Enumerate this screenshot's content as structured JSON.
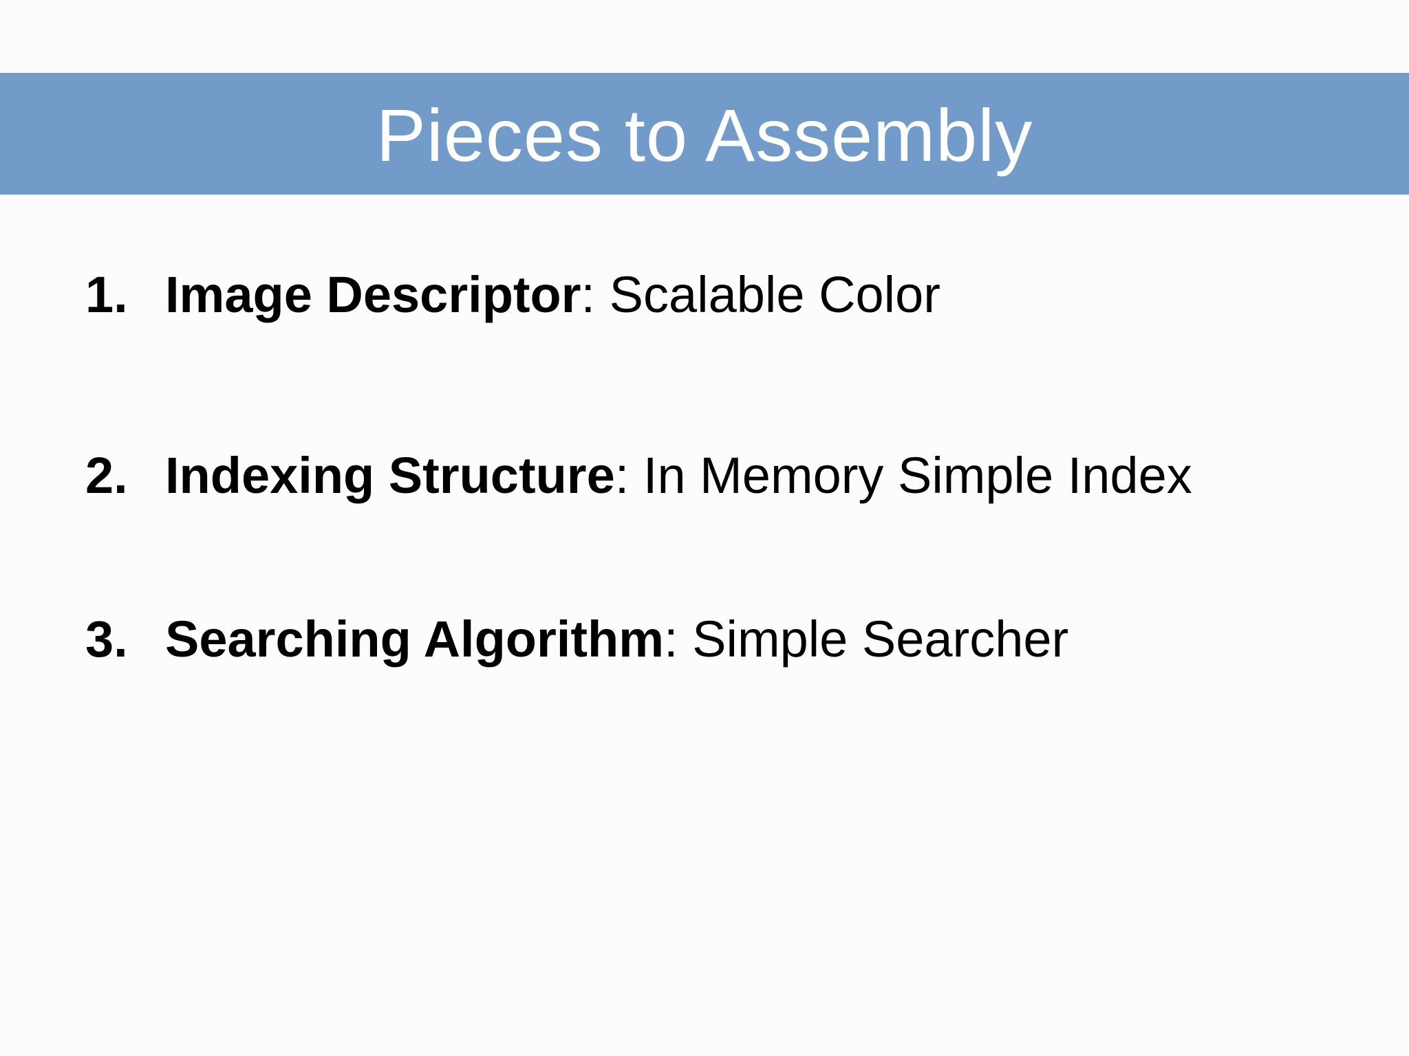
{
  "slide": {
    "title": "Pieces to Assembly",
    "colors": {
      "title_bar": "#729bca",
      "title_text": "#ffffff",
      "background": "#fbfcfb",
      "body_text": "#000000"
    },
    "items": [
      {
        "number": "1.",
        "term": "Image Descriptor",
        "separator": ": ",
        "description": "Scalable Color"
      },
      {
        "number": "2.",
        "term": "Indexing Structure",
        "separator": ": ",
        "description": "In Memory Simple Index"
      },
      {
        "number": "3.",
        "term": "Searching Algorithm",
        "separator": ": ",
        "description": "Simple Searcher"
      }
    ]
  }
}
